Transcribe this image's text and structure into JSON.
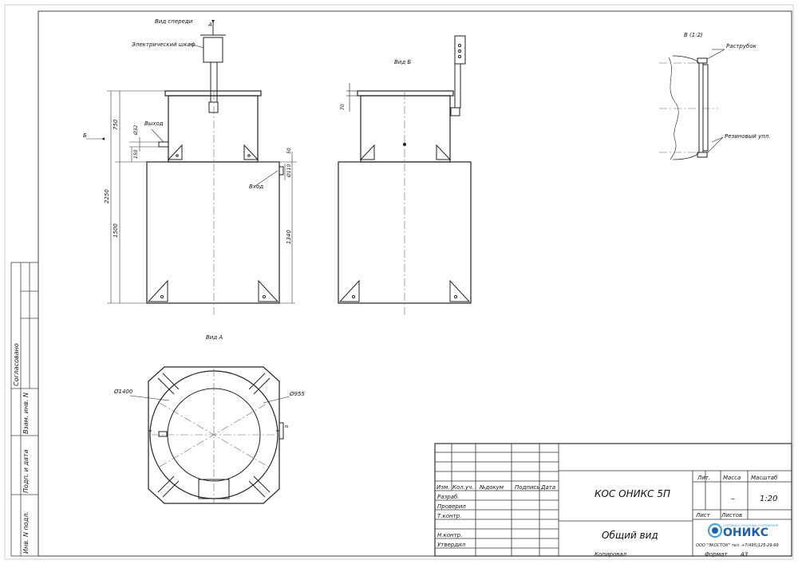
{
  "views": {
    "front_view_label": "Вид спереди",
    "view_b_label": "Вид Б",
    "view_a_label": "Вид А",
    "detail_label": "В (1:2)",
    "section_mark_a": "А",
    "section_mark_b": "Б"
  },
  "callouts": {
    "electric_cabinet": "Электрический шкаф",
    "outlet": "Выход",
    "inlet": "Вход",
    "socket": "Раструбок",
    "rubber_seal": "Резиновый упл."
  },
  "dimensions": {
    "d750": "750",
    "d2250": "2250",
    "d150": "150",
    "d1500": "1500",
    "d32": "Ø32",
    "d50": "50",
    "d110": "Ø110",
    "d1340": "1340",
    "d70": "70",
    "d1400": "Ø1400",
    "d955": "Ø955",
    "d_small": "Б"
  },
  "side_stamp": {
    "agreed": "Согласовано",
    "interchange_inv": "Взам. инв. N",
    "sign_date": "Подп. и дата",
    "inv_original": "Инв. N подл."
  },
  "title_block": {
    "headers": [
      "Изм.",
      "Кол.уч.",
      "№докум",
      "Подпись",
      "Дата"
    ],
    "roles": [
      "Разраб.",
      "Проверил",
      "Т.контр.",
      "",
      "Н.контр.",
      "Утвердил"
    ],
    "product": "КОС ОНИКС 5П",
    "sheet_title": "Общий вид",
    "lit_label": "Лит.",
    "mass_label": "Масса",
    "scale_label": "Масштаб",
    "mass_value": "–",
    "scale_value": "1:20",
    "sheet_label": "Лист",
    "sheets_label": "Листов",
    "company": "ООО \"ЭКОСТОК\" тел. +7(495)125-29-99",
    "copied": "Копировал",
    "format_label": "Формат",
    "format_value": "А3"
  },
  "logo": {
    "brand": "ОНИКС",
    "tagline": "СЕПТИКИ И ОЧИСТНЫЕ СООРУЖЕНИЯ",
    "color": "#1f5fa8",
    "accent": "#3aa0d8"
  }
}
